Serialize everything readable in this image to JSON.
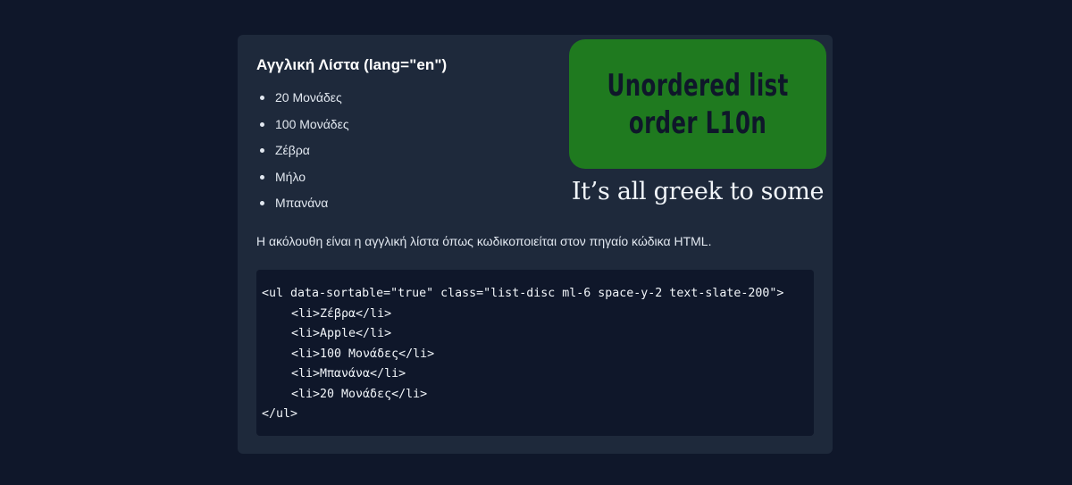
{
  "card": {
    "heading": "Αγγλική Λίστα (lang=\"en\")",
    "list_items": [
      "20 Μονάδες",
      "100 Μονάδες",
      "Ζέβρα",
      "Μήλο",
      "Μπανάνα"
    ],
    "description": "Η ακόλουθη είναι η αγγλική λίστα όπως κωδικοποιείται στον πηγαίο κώδικα HTML.",
    "code_lines": [
      "<ul data-sortable=\"true\" class=\"list-disc ml-6 space-y-2 text-slate-200\">",
      "<li>Ζέβρα</li>",
      "<li>Apple</li>",
      "<li>100 Μονάδες</li>",
      "<li>Μπανάνα</li>",
      "<li>20 Μονάδες</li>",
      "</ul>"
    ]
  },
  "badge": {
    "line1": "Unordered list",
    "line2": "order L10n",
    "background": "#1f7a1f",
    "text_color": "#0f172a"
  },
  "tagline": "It’s all greek to some",
  "colors": {
    "page_bg": "#0f172a",
    "card_bg": "#1e293b",
    "code_bg": "#0f172a",
    "text": "#e2e8f0"
  }
}
